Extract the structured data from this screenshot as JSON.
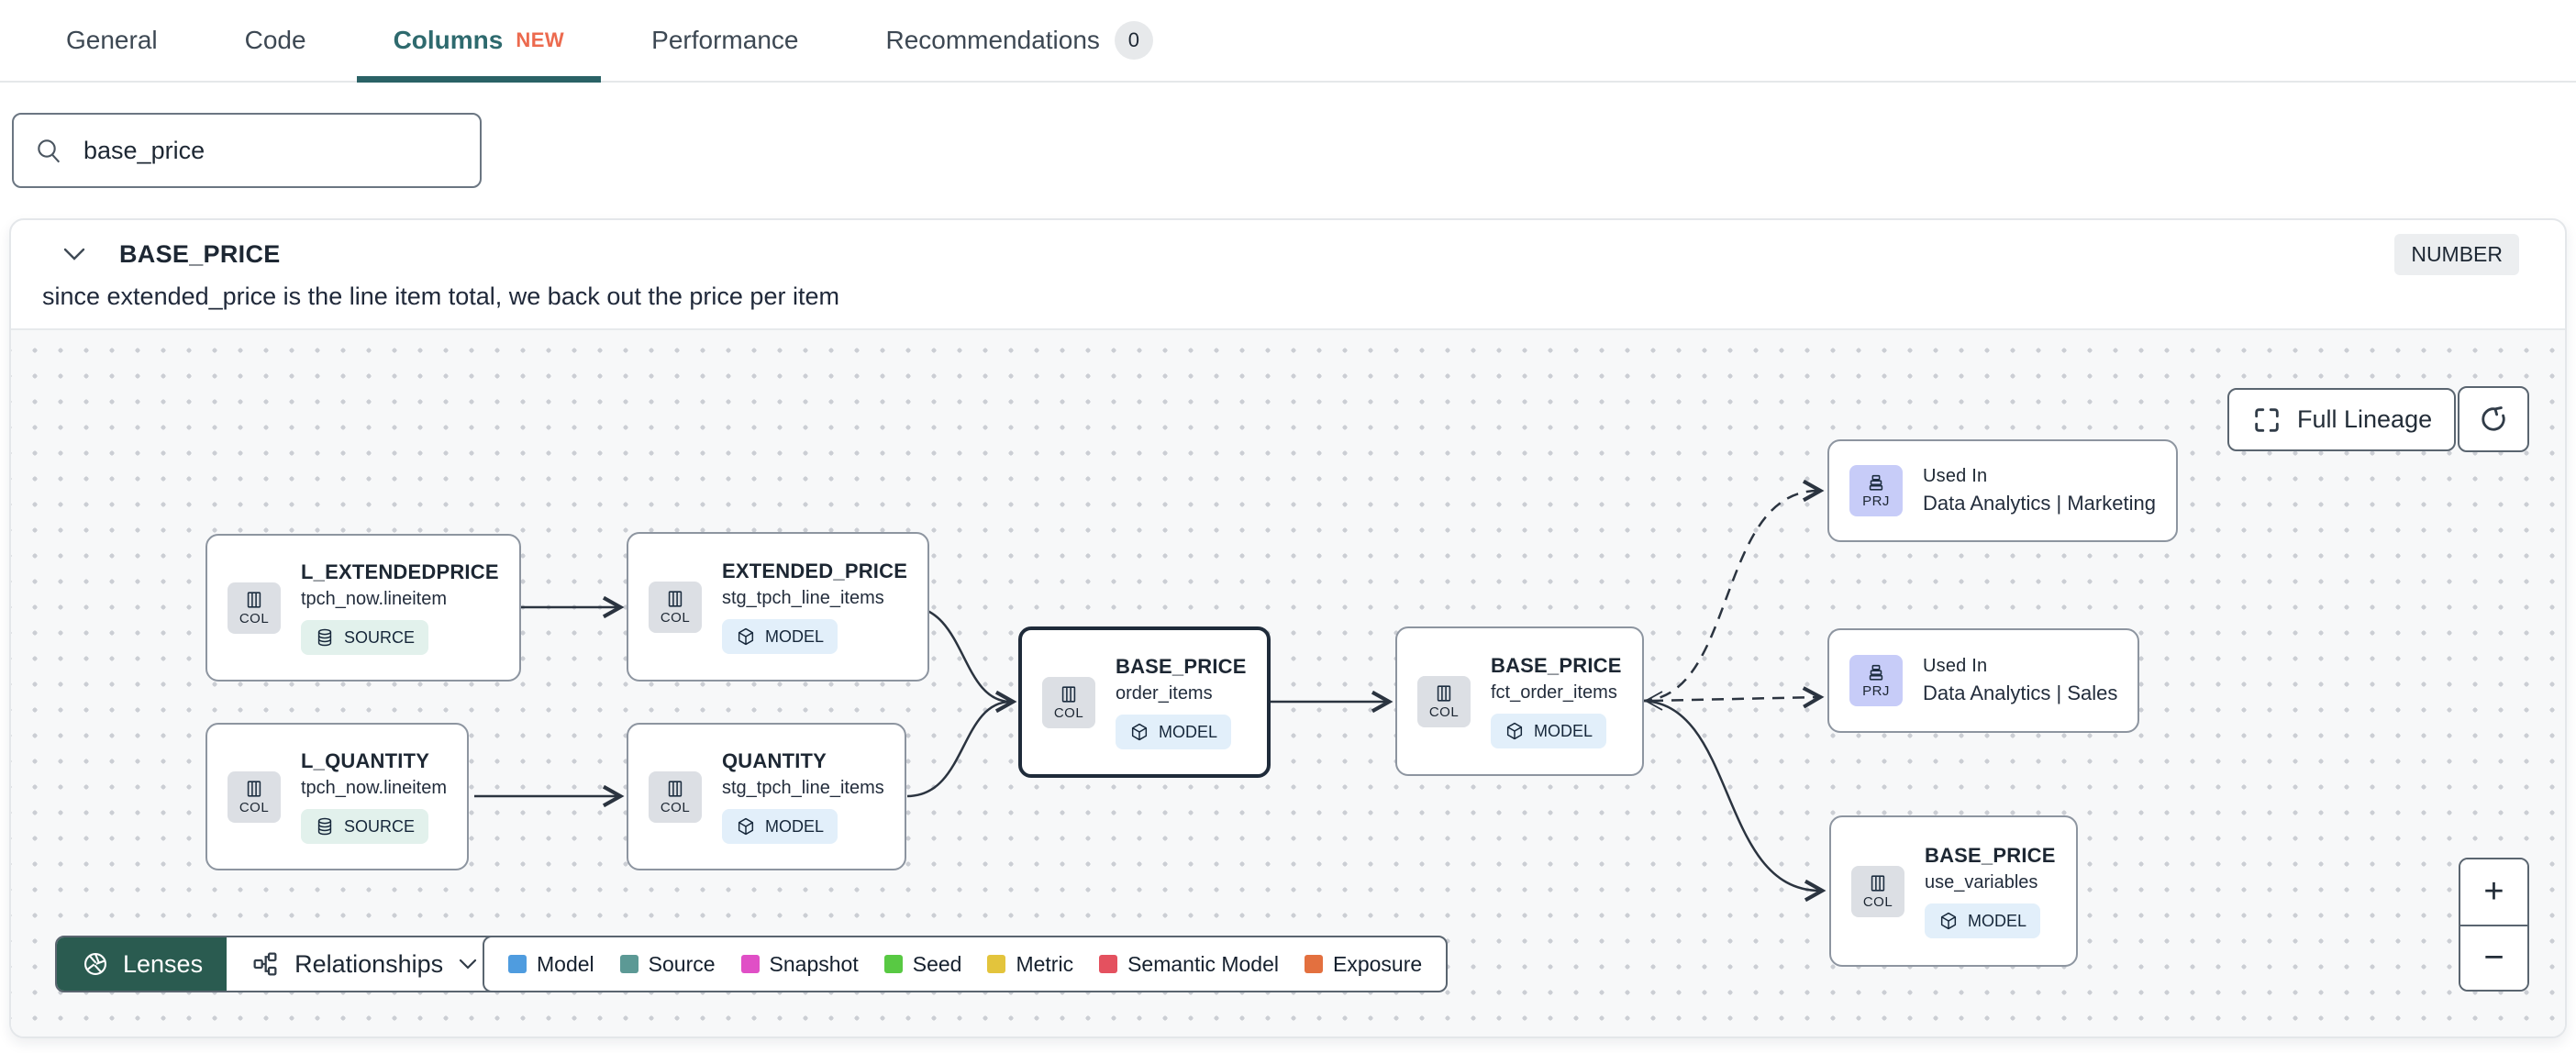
{
  "tabs": {
    "items": [
      {
        "label": "General"
      },
      {
        "label": "Code"
      },
      {
        "label": "Columns",
        "badge": "NEW"
      },
      {
        "label": "Performance"
      },
      {
        "label": "Recommendations",
        "badge": "0"
      }
    ]
  },
  "search": {
    "value": "base_price"
  },
  "column": {
    "name": "BASE_PRICE",
    "type": "NUMBER",
    "description": "since extended_price is the line item total, we back out the price per item"
  },
  "lineage": {
    "full_lineage_label": "Full Lineage",
    "zoom_in": "+",
    "zoom_out": "−",
    "toolbar": {
      "lenses": "Lenses",
      "relationships": "Relationships"
    },
    "legend": [
      {
        "label": "Model",
        "color": "#4f9cdf"
      },
      {
        "label": "Source",
        "color": "#5c9995"
      },
      {
        "label": "Snapshot",
        "color": "#e04fc6"
      },
      {
        "label": "Seed",
        "color": "#58c943"
      },
      {
        "label": "Metric",
        "color": "#e3c43c"
      },
      {
        "label": "Semantic Model",
        "color": "#e4515f"
      },
      {
        "label": "Exposure",
        "color": "#e3703f"
      }
    ],
    "nodes": [
      {
        "kind": "COL",
        "title": "L_EXTENDEDPRICE",
        "subtitle": "tpch_now.lineitem",
        "type": "SOURCE"
      },
      {
        "kind": "COL",
        "title": "EXTENDED_PRICE",
        "subtitle": "stg_tpch_line_items",
        "type": "MODEL"
      },
      {
        "kind": "COL",
        "title": "L_QUANTITY",
        "subtitle": "tpch_now.lineitem",
        "type": "SOURCE"
      },
      {
        "kind": "COL",
        "title": "QUANTITY",
        "subtitle": "stg_tpch_line_items",
        "type": "MODEL"
      },
      {
        "kind": "COL",
        "title": "BASE_PRICE",
        "subtitle": "order_items",
        "type": "MODEL"
      },
      {
        "kind": "COL",
        "title": "BASE_PRICE",
        "subtitle": "fct_order_items",
        "type": "MODEL"
      },
      {
        "kind": "PRJ",
        "title": "Used In",
        "subtitle": "Data Analytics | Marketing"
      },
      {
        "kind": "PRJ",
        "title": "Used In",
        "subtitle": "Data Analytics | Sales"
      },
      {
        "kind": "COL",
        "title": "BASE_PRICE",
        "subtitle": "use_variables",
        "type": "MODEL"
      }
    ]
  }
}
